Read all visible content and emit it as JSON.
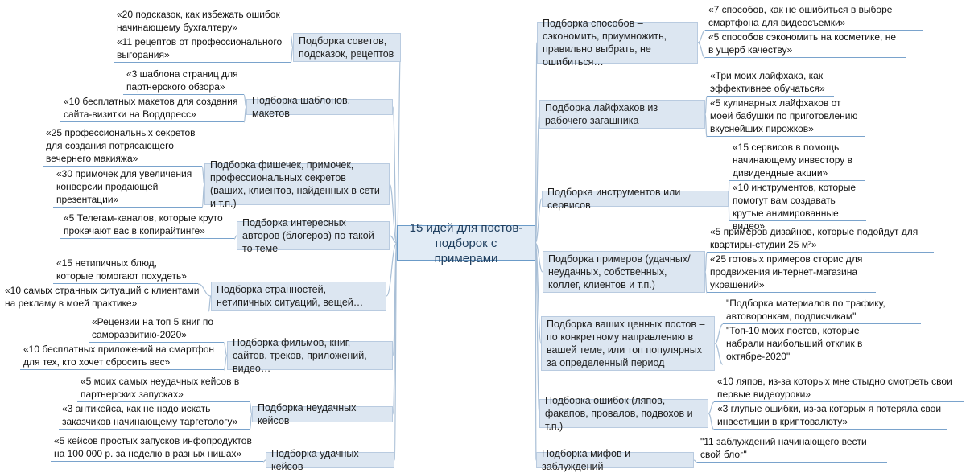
{
  "center": {
    "label": "15 идей для постов-подборок с примерами"
  },
  "colors": {
    "line": "#a9bfd6",
    "branch_fill": "#dce6f1",
    "center_border": "#6b9bc8"
  },
  "left": [
    {
      "branch": "Подборка советов, подсказок, рецептов",
      "leaves": [
        "«20 подсказок, как избежать ошибок начинающему бухгалтеру»",
        "«11 рецептов от профессионального выгорания»"
      ]
    },
    {
      "branch": "Подборка шаблонов, макетов",
      "leaves": [
        "«3 шаблона страниц для партнерского обзора»",
        "«10 бесплатных макетов для создания сайта-визитки на Вордпресс»"
      ]
    },
    {
      "branch": "Подборка фишечек, примочек, профессиональных секретов  (ваших, клиентов, найденных в сети и т.п.)",
      "leaves": [
        "«25 профессиональных секретов для создания потрясающего вечернего макияжа»",
        "«30 примочек для увеличения конверсии продающей презентации»"
      ]
    },
    {
      "branch": "Подборка интересных авторов (блогеров) по такой-то теме",
      "leaves": [
        "«5 Телегам-каналов, которые круто прокачают вас в копирайтинге»"
      ]
    },
    {
      "branch": "Подборка странностей, нетипичных ситуаций, вещей…",
      "leaves": [
        "«15 нетипичных блюд, которые помогают похудеть»",
        "«10 самых странных ситуаций с клиентами на рекламу в моей практике»"
      ]
    },
    {
      "branch": "Подборка фильмов, книг, сайтов, треков, приложений, видео…",
      "leaves": [
        "«Рецензии на топ 5 книг по саморазвитию-2020»",
        "«10 бесплатных приложений на смартфон для тех, кто хочет сбросить вес»"
      ]
    },
    {
      "branch": "Подборка неудачных кейсов",
      "leaves": [
        "«5 моих самых неудачных кейсов в партнерских запусках»",
        "«3 антикейса, как не надо искать заказчиков начинающему таргетологу»"
      ]
    },
    {
      "branch": "Подборка удачных кейсов",
      "leaves": [
        "«5 кейсов простых запусков инфопродуктов на 100 000 р. за неделю в разных нишах»"
      ]
    }
  ],
  "right": [
    {
      "branch": "Подборка способов – сэкономить, приумножить, правильно выбрать, не ошибиться…",
      "leaves": [
        "«7 способов, как не ошибиться в выборе смартфона для видеосъемки»",
        "«5 способов сэкономить на косметике, не в ущерб качеству»"
      ]
    },
    {
      "branch": "Подборка лайфхаков из рабочего загашника",
      "leaves": [
        "«Три моих лайфхака, как эффективнее обучаться»",
        "«5 кулинарных лайфхаков от моей бабушки по приготовлению вкуснейших пирожков»"
      ]
    },
    {
      "branch": "Подборка инструментов или сервисов",
      "leaves": [
        "«15 сервисов в помощь начинающему инвестору в дивидендные акции»",
        "«10 инструментов, которые помогут вам создавать крутые анимированные видео»"
      ]
    },
    {
      "branch": "Подборка примеров (удачных/ неудачных, собственных, коллег, клиентов и т.п.)",
      "leaves": [
        "«5 примеров дизайнов, которые подойдут для квартиры-студии 25 м²»",
        "«25 готовых примеров сторис для продвижения интернет-магазина украшений»"
      ]
    },
    {
      "branch": "Подборка ваших ценных постов – по конкретному направлению в вашей теме, или топ популярных за определенный период",
      "leaves": [
        "\"Подборка материалов по трафику, автоворонкам, подписчикам\"",
        "\"Топ-10 моих постов, которые набрали наибольший отклик в октябре-2020\""
      ]
    },
    {
      "branch": "Подборка ошибок (ляпов, факапов, провалов, подвохов и т.п.)",
      "leaves": [
        "«10 ляпов, из-за которых мне стыдно смотреть свои первые видеоуроки»",
        "«3 глупые ошибки, из-за которых я потеряла свои инвестиции в криптовалюту»"
      ]
    },
    {
      "branch": "Подборка мифов и заблуждений",
      "leaves": [
        "\"11 заблуждений начинающего вести свой блог\""
      ]
    }
  ]
}
